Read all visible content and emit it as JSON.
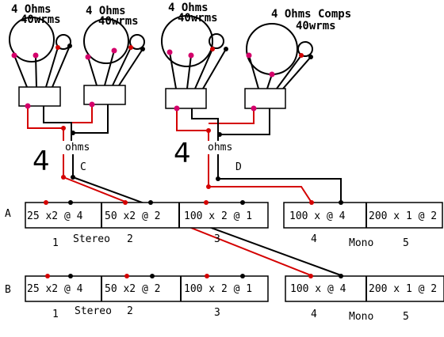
{
  "speakers": [
    {
      "impedance": "4 Ohms",
      "power": "40wrms"
    },
    {
      "impedance": "4 Ohms",
      "power": "40wrms"
    },
    {
      "impedance": "4 Ohms",
      "power": "40wrms"
    },
    {
      "impedance": "4 Ohms  Comps",
      "power": "40wrms"
    }
  ],
  "groups": [
    {
      "impedance_digit": "4",
      "impedance_unit": "ohms",
      "letter": "C"
    },
    {
      "impedance_digit": "4",
      "impedance_unit": "ohms",
      "letter": "D"
    }
  ],
  "amps": [
    {
      "label": "A",
      "modes": [
        "25 x2 @ 4",
        "50 x2 @ 2",
        "100 x 2 @ 1",
        "100 x @ 4",
        "200 x 1 @ 2"
      ],
      "numbers": [
        "1",
        "2",
        "3",
        "4",
        "5"
      ],
      "stereo_label": "Stereo",
      "mono_label": "Mono"
    },
    {
      "label": "B",
      "modes": [
        "25 x2 @ 4",
        "50 x2 @ 2",
        "100 x 2 @ 1",
        "100 x @ 4",
        "200 x 1 @ 2"
      ],
      "numbers": [
        "1",
        "2",
        "3",
        "4",
        "5"
      ],
      "stereo_label": "Stereo",
      "mono_label": "Mono"
    }
  ],
  "colors": {
    "positive_wire": "#d40000",
    "negative_wire": "#000000",
    "speaker_terminal": "#d4006a"
  }
}
